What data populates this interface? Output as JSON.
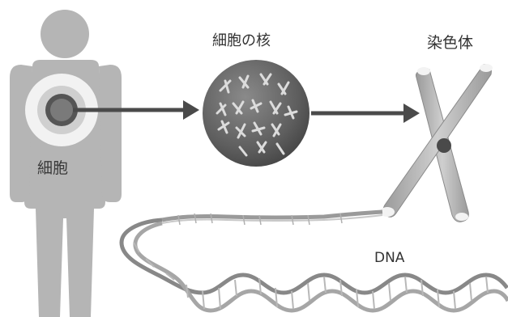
{
  "labels": {
    "cell": "細胞",
    "nucleus": "細胞の核",
    "chromosome": "染色体",
    "dna": "DNA"
  },
  "colors": {
    "body": "#b5b5b5",
    "cell_highlight": "#f4f4f4",
    "nucleus_dark": "#5a5a5a",
    "arrow": "#4a4a4a",
    "chromosome": "#a8a8a8",
    "dna_strand": "#9a9a9a"
  }
}
